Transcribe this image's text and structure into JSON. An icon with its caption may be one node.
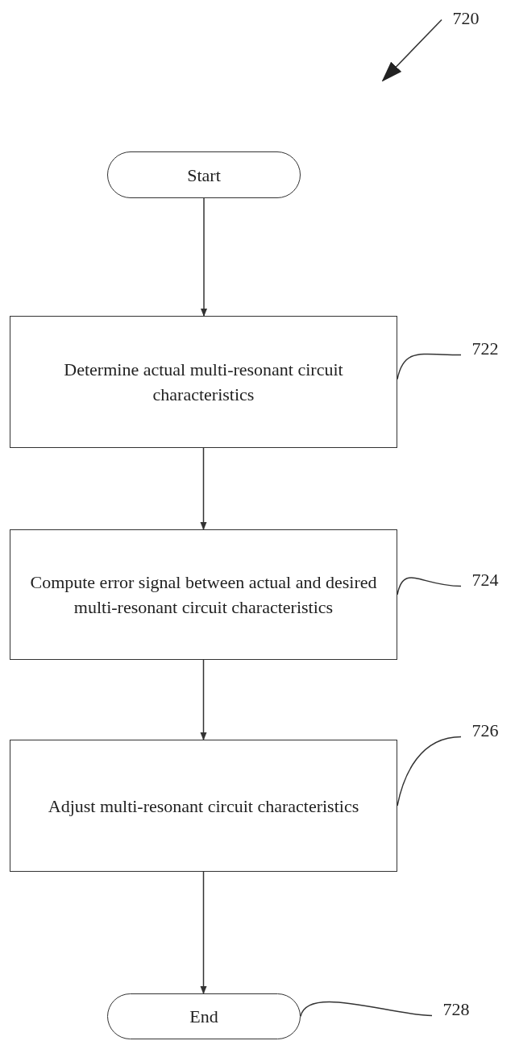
{
  "diagram": {
    "nodes": [
      {
        "text": [
          "Start"
        ]
      },
      {
        "text": [
          "Determine actual multi-resonant circuit characteristics"
        ]
      },
      {
        "text": [
          "Compute error signal between actual and desired multi-resonant circuit characteristics"
        ]
      },
      {
        "text": [
          "Adjust multi-resonant circuit characteristics"
        ]
      },
      {
        "text": [
          "End"
        ]
      },
      {
        "text": [
          "720"
        ]
      },
      {
        "text": [
          "722"
        ]
      },
      {
        "text": [
          "724"
        ]
      },
      {
        "text": [
          "726"
        ]
      },
      {
        "text": [
          "728"
        ]
      }
    ],
    "edges": [
      {
        "from": 0,
        "to": 1,
        "arrow": "to"
      },
      {
        "from": 1,
        "to": 2,
        "arrow": "to"
      },
      {
        "from": 2,
        "to": 3,
        "arrow": "to"
      },
      {
        "from": 3,
        "to": 4,
        "arrow": "to"
      },
      {
        "from": 5,
        "to": null,
        "arrow": "to"
      },
      {
        "from": 6,
        "to": 1,
        "arrow": "none"
      },
      {
        "from": 7,
        "to": 2,
        "arrow": "none"
      },
      {
        "from": 8,
        "to": 3,
        "arrow": "none"
      },
      {
        "from": 9,
        "to": 4,
        "arrow": "none"
      }
    ]
  }
}
